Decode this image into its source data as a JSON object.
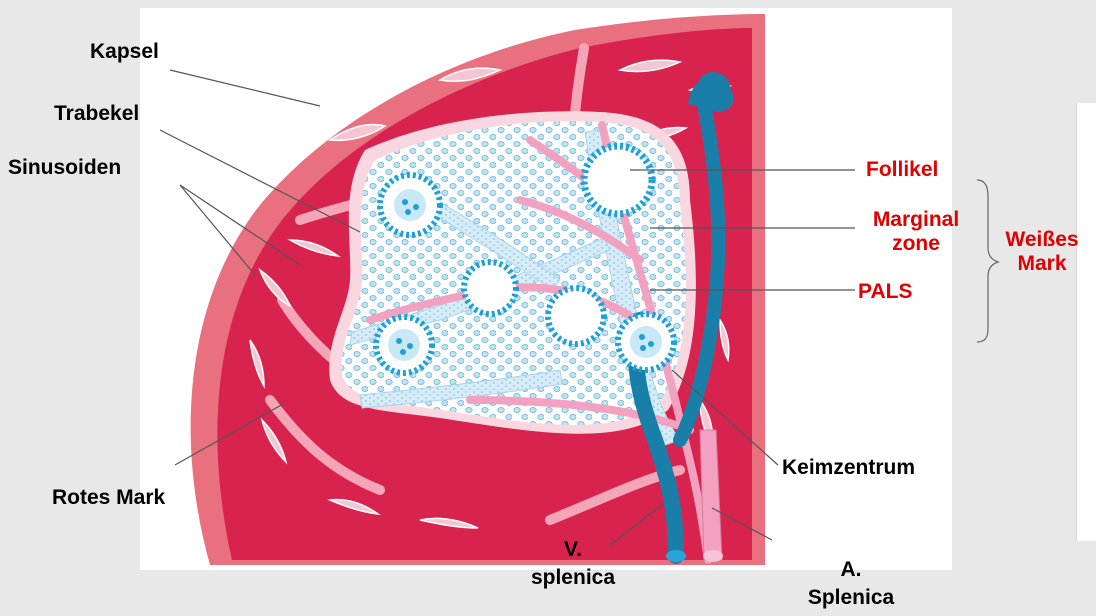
{
  "labels": {
    "kapsel": "Kapsel",
    "trabekel": "Trabekel",
    "sinusoiden": "Sinusoiden",
    "rotes_mark": "Rotes Mark",
    "follikel": "Follikel",
    "marginal_zone_1": "Marginal",
    "marginal_zone_2": "zone",
    "pals": "PALS",
    "weisses_mark_1": "Weißes",
    "weisses_mark_2": "Mark",
    "keimzentrum": "Keimzentrum",
    "v_splenica_1": "V.",
    "v_splenica_2": "splenica",
    "a_splenica_1": "A.",
    "a_splenica_2": "Splenica"
  },
  "colors": {
    "background": "#e8e8e8",
    "red_pulp": "#d9234f",
    "capsule": "#e8707f",
    "trabecula": "#f0b8c8",
    "white_pulp": "#cfe6f5",
    "follicle_ring": "#1ba0d8",
    "vein": "#1a7fa8",
    "artery": "#f2a2c0",
    "label_red": "#e00000",
    "label_black": "#000000"
  }
}
